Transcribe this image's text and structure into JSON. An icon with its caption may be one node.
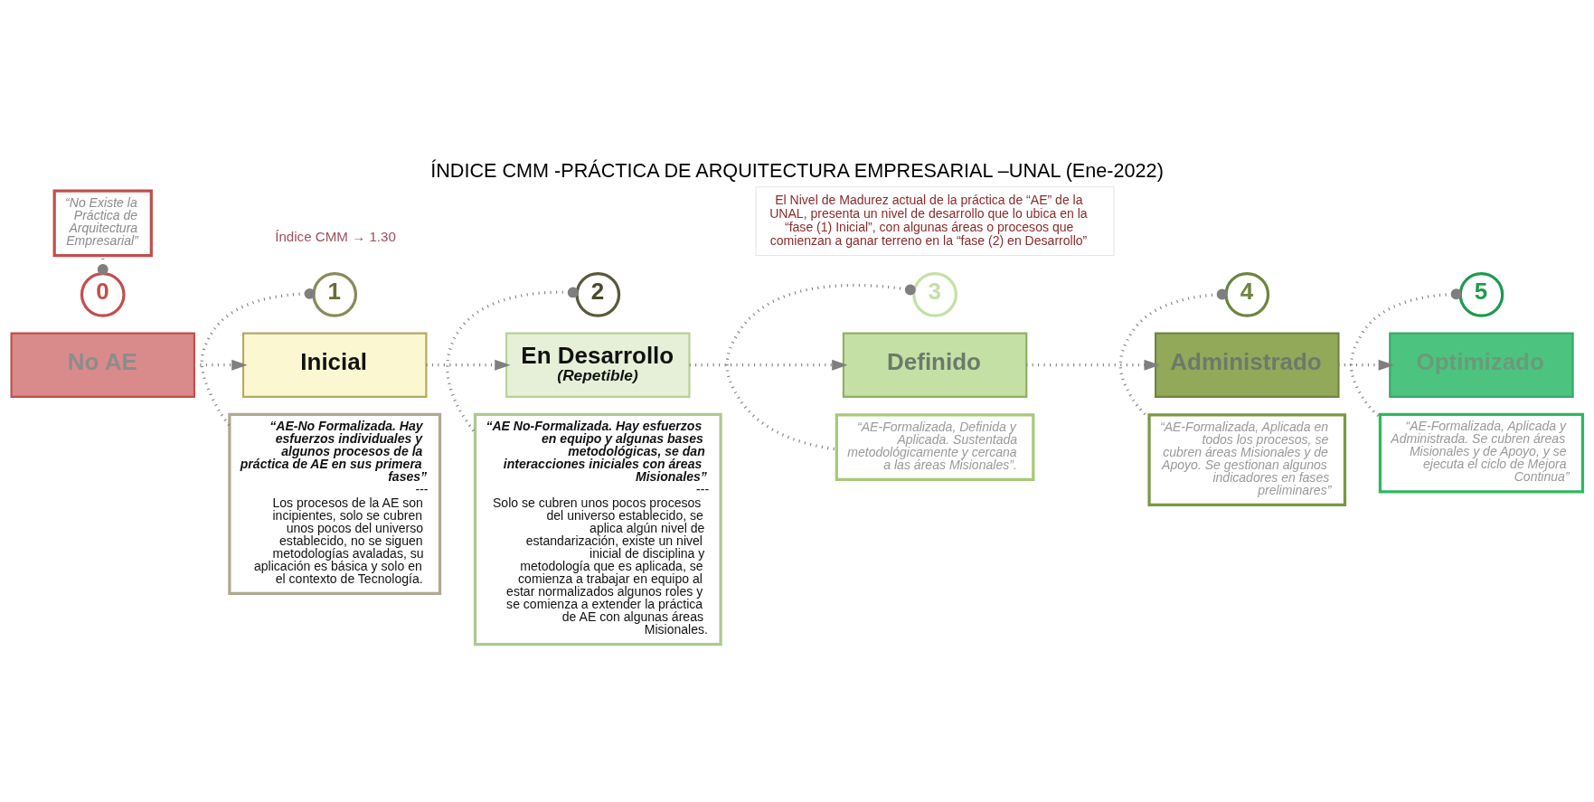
{
  "diagram": {
    "title": "ÍNDICE CMM -PRÁCTICA DE ARQUITECTURA EMPRESARIAL –UNAL (Ene-2022)",
    "nodes": [
      {
        "text": [
          "“No Existe la Práctica de Arquitectura Empresarial”"
        ]
      },
      {
        "text": [
          "0"
        ]
      },
      {
        "text": [
          "No AE"
        ]
      },
      {
        "text": [
          "“AE-No Formalizada. Hay esfuerzos individuales y algunos procesos de la práctica de AE en sus primera fases”",
          "---",
          "Los procesos de la AE son incipientes, solo se cubren unos pocos del universo establecido, no se siguen metodologías avaladas, su aplicación es básica y solo en el contexto de Tecnología."
        ]
      },
      {
        "text": [
          "1"
        ]
      },
      {
        "text": [
          "Inicial"
        ]
      },
      {
        "text": [
          "“AE No-Formalizada. Hay esfuerzos en equipo y algunas bases metodológicas, se dan interacciones iniciales con áreas Misionales”",
          "---",
          "Solo se cubren unos pocos procesos del universo establecido, se aplica algún nivel de estandarización, existe un nivel inicial de disciplina y metodología que es aplicada, se comienza a trabajar en equipo al estar normalizados algunos roles y se comienza a extender la práctica de AE con algunas áreas Misionales."
        ]
      },
      {
        "text": [
          "2"
        ]
      },
      {
        "text": [
          "En Desarrollo",
          "(Repetible)"
        ]
      },
      {
        "text": [
          "“AE-Formalizada, Definida y Aplicada. Sustentada metodológicamente y cercana a las áreas Misionales”."
        ]
      },
      {
        "text": [
          "3"
        ]
      },
      {
        "text": [
          "Definido"
        ]
      },
      {
        "text": [
          "Administrado"
        ]
      },
      {
        "text": [
          "4"
        ]
      },
      {
        "text": [
          "“AE-Formalizada, Aplicada en todos los procesos, se cubren áreas Misionales y de Apoyo. Se gestionan algunos indicadores en fases preliminares”"
        ]
      },
      {
        "text": [
          "Optimizado"
        ]
      },
      {
        "text": [
          "5"
        ]
      },
      {
        "text": [
          "“AE-Formalizada, Aplicada y Administrada. Se cubren áreas Misionales y de Apoyo, y se ejecuta el ciclo de Mejora Continua”"
        ]
      },
      {
        "text": [
          "El Nivel de Madurez actual de la práctica de “AE” de la UNAL, presenta un nivel de desarrollo que lo ubica en la “fase (1) Inicial”, con algunas áreas o procesos que comienzan a ganar terreno en la “fase (2) en Desarrollo”"
        ]
      }
    ],
    "edges": [
      {
        "from": 1,
        "to": 0,
        "arrow": "other",
        "style": "dashed"
      },
      {
        "from": 2,
        "to": 5,
        "arrow": "to",
        "style": "dashed"
      },
      {
        "from": 4,
        "to": 3,
        "arrow": "other",
        "style": "dashed"
      },
      {
        "from": 5,
        "to": 8,
        "arrow": "to",
        "style": "dashed"
      },
      {
        "from": 7,
        "to": 6,
        "arrow": "other",
        "style": "dashed"
      },
      {
        "from": 8,
        "to": 11,
        "arrow": "to",
        "style": "dashed"
      },
      {
        "from": 10,
        "to": 9,
        "arrow": "other",
        "style": "dashed"
      },
      {
        "from": 11,
        "to": 12,
        "arrow": "to",
        "style": "dashed"
      },
      {
        "from": 13,
        "to": 14,
        "arrow": "other",
        "style": "dashed"
      },
      {
        "from": 12,
        "to": 15,
        "arrow": "to",
        "style": "dashed"
      },
      {
        "from": 16,
        "to": 17,
        "arrow": "other",
        "style": "dashed"
      }
    ],
    "labels": [
      "Índice CMM → 1.30"
    ]
  }
}
